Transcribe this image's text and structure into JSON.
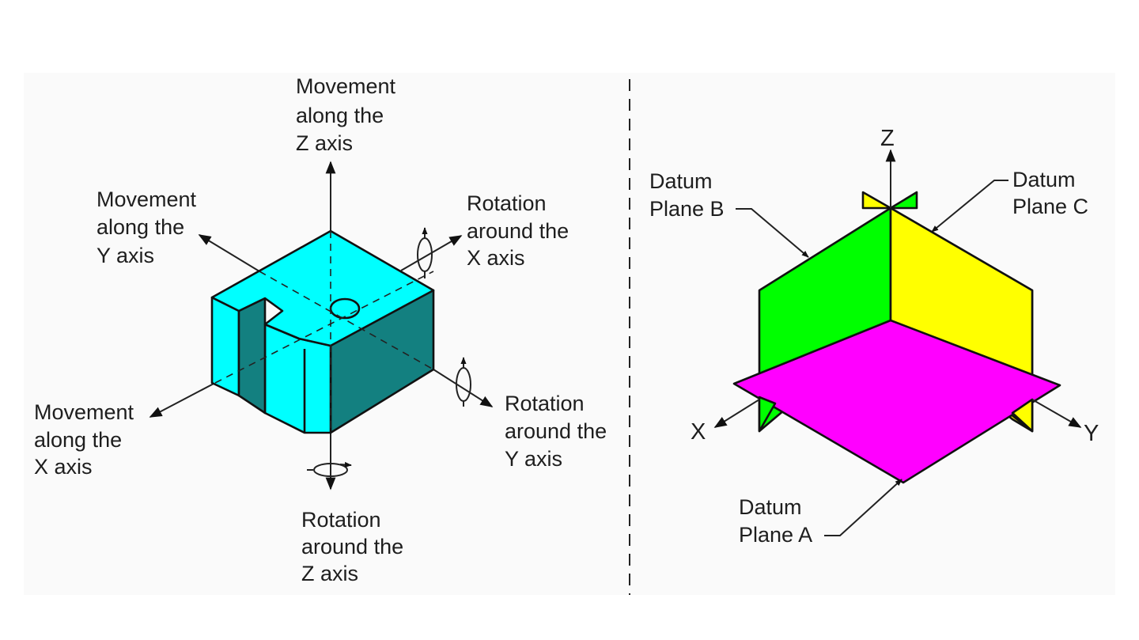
{
  "colors": {
    "block_face": "#00ffff",
    "block_shadow": "#138080",
    "plane_a": "#ff00ff",
    "plane_b": "#00ff00",
    "plane_c": "#ffff00",
    "background_panel": "#fafafa"
  },
  "left_panel": {
    "labels": {
      "move_z": [
        "Movement",
        "along the",
        "Z axis"
      ],
      "move_y": [
        "Movement",
        "along the",
        "Y axis"
      ],
      "move_x": [
        "Movement",
        "along the",
        "X axis"
      ],
      "rot_x": [
        "Rotation",
        "around the",
        "X axis"
      ],
      "rot_y": [
        "Rotation",
        "around the",
        "Y axis"
      ],
      "rot_z": [
        "Rotation",
        "around the",
        "Z axis"
      ]
    }
  },
  "right_panel": {
    "axis_letters": {
      "x": "X",
      "y": "Y",
      "z": "Z"
    },
    "planes": {
      "a": [
        "Datum",
        "Plane A"
      ],
      "b": [
        "Datum",
        "Plane B"
      ],
      "c": [
        "Datum",
        "Plane C"
      ]
    }
  }
}
